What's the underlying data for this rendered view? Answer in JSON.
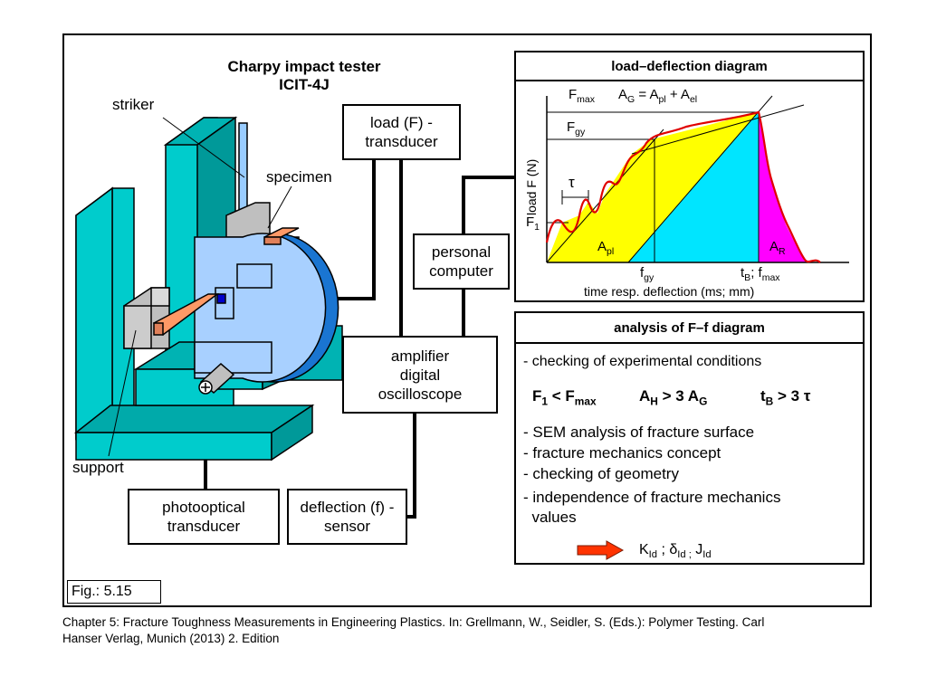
{
  "machine": {
    "title_line1": "Charpy impact tester",
    "title_line2": "ICIT-4J",
    "striker_label": "striker",
    "specimen_label": "specimen",
    "support_label": "support"
  },
  "blocks": {
    "load_transducer_line1": "load (F) -",
    "load_transducer_line2": "transducer",
    "personal_computer_line1": "personal",
    "personal_computer_line2": "computer",
    "amplifier_line1": "amplifier",
    "amplifier_line2": "digital",
    "amplifier_line3": "oscilloscope",
    "photooptical_line1": "photooptical",
    "photooptical_line2": "transducer",
    "deflection_sensor_line1": "deflection (f) -",
    "deflection_sensor_line2": "sensor"
  },
  "load_diagram": {
    "title": "load–deflection diagram",
    "y_axis_label": "load F (N)",
    "x_axis_label": "time resp. deflection  (ms; mm)",
    "f_max": "F",
    "f_max_sub": "max",
    "a_g_eq": "A",
    "tau": "τ",
    "f_gy": "F",
    "f_gy_sub": "gy",
    "f_1": "F",
    "f_1_sub": "1",
    "a_pl": "A",
    "a_pl_sub": "pl",
    "a_r": "A",
    "a_r_sub": "R",
    "x_fgy": "f",
    "x_fgy_sub": "gy",
    "x_tb": "t",
    "x_tb_sub": "B",
    "x_fmax": "; f",
    "x_fmax_sub": "max",
    "colors": {
      "yellow": "#ffff00",
      "cyan": "#00e5ff",
      "magenta": "#ff00ff",
      "curve": "#e00000"
    }
  },
  "analysis": {
    "title": "analysis of F–f diagram",
    "item1": "- checking of experimental conditions",
    "cond1": "F",
    "cond1_sub": "1",
    "cond1_rest": " < F",
    "cond1_sub2": "max",
    "cond2": "A",
    "cond2_sub": "H",
    "cond2_rest": " > 3 A",
    "cond2_sub2": "G",
    "cond3": "t",
    "cond3_sub": "B",
    "cond3_rest": "  > 3 τ",
    "item2": "- SEM analysis of fracture surface",
    "item3": "- fracture mechanics concept",
    "item4": "- checking of geometry",
    "item5_line1": "- independence of fracture mechanics",
    "item5_line2": "  values",
    "result_k": "K",
    "result_k_sub": "Id",
    "result_sep1": " ; ",
    "result_d": "δ",
    "result_d_sub": "Id ;",
    "result_j": " J",
    "result_j_sub": "Id",
    "arrow_color": "#ff3300"
  },
  "figure_label": "Fig.: 5.15",
  "caption_line1": "Chapter 5: Fracture Toughness Measurements in Engineering Plastics. In: Grellmann, W., Seidler, S. (Eds.): Polymer Testing. Carl",
  "caption_line2": "Hanser Verlag, Munich (2013) 2. Edition"
}
